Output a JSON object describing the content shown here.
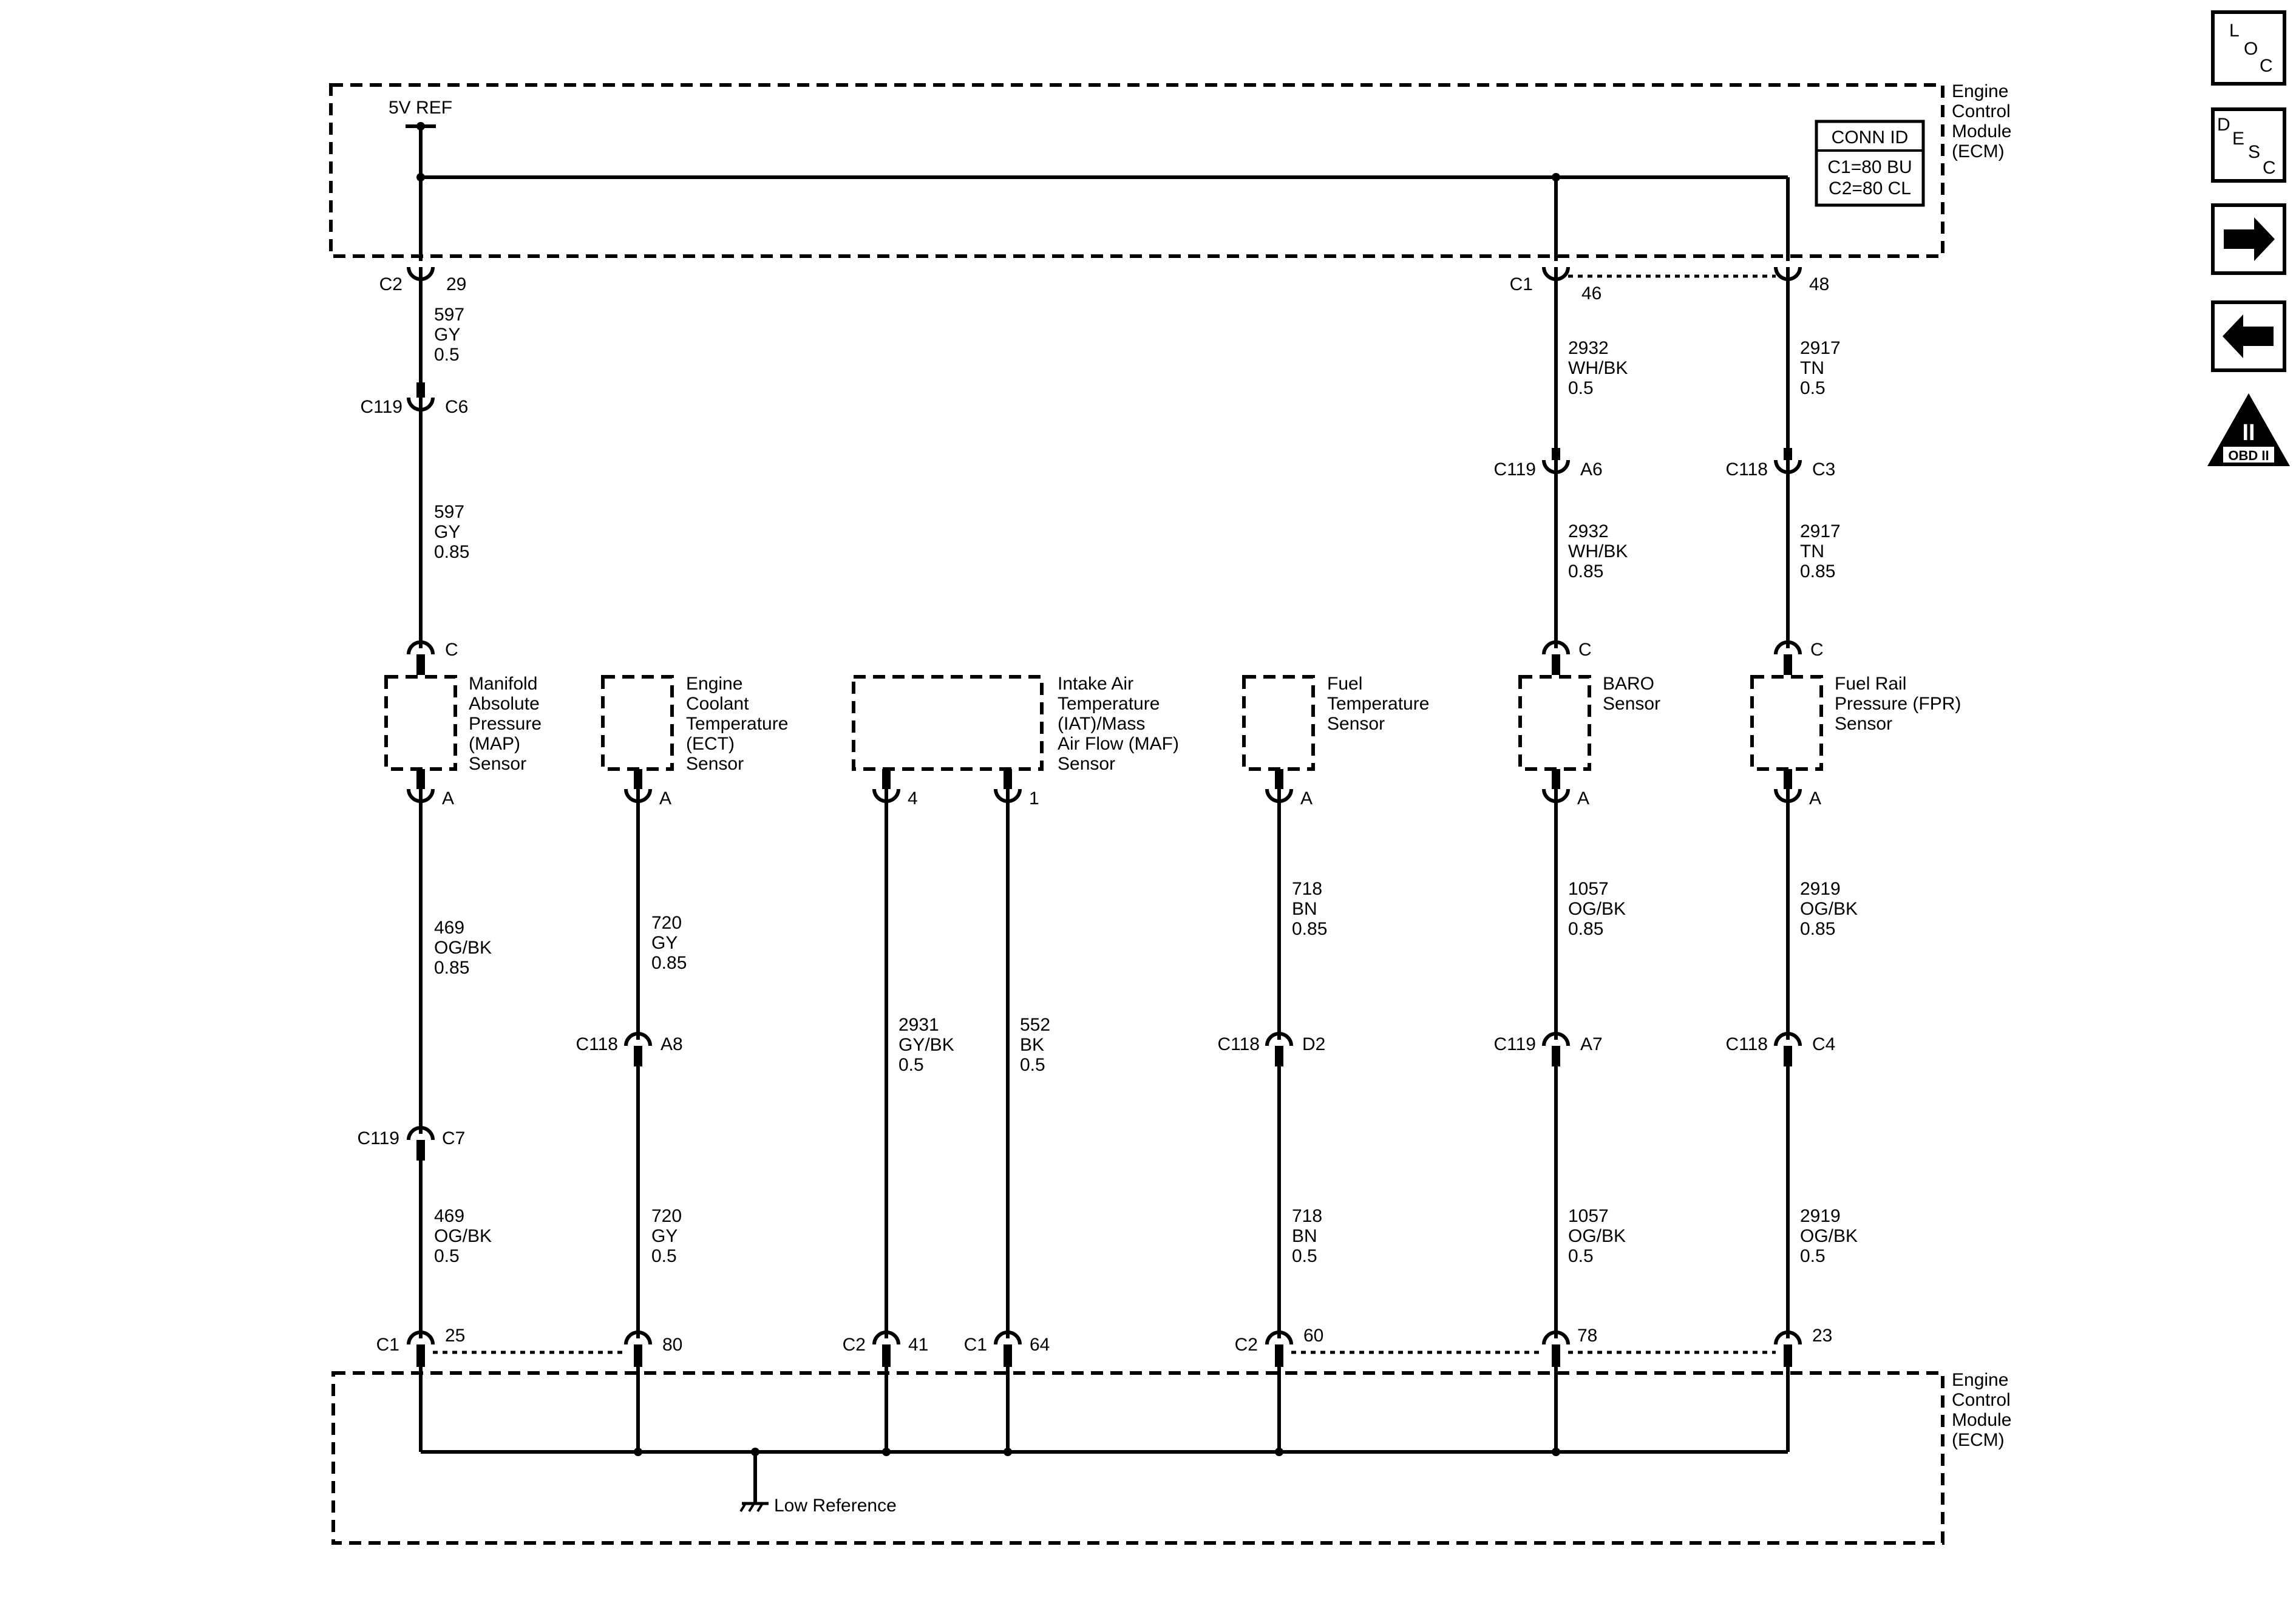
{
  "ecm_top": {
    "name_lines": [
      "Engine",
      "Control",
      "Module",
      "(ECM)"
    ],
    "ref_label": "5V REF"
  },
  "ecm_bottom": {
    "name_lines": [
      "Engine",
      "Control",
      "Module",
      "(ECM)"
    ],
    "ground_label": "Low Reference"
  },
  "conn_id": {
    "title": "CONN ID",
    "c1": "C1=80 BU",
    "c2": "C2=80 CL"
  },
  "nav": {
    "loc": [
      "L",
      "O",
      "C"
    ],
    "desc": [
      "D",
      "E",
      "S",
      "C"
    ],
    "forward_icon": "arrow-right-icon",
    "back_icon": "arrow-left-icon",
    "obd_mark": "II",
    "obd_label": "OBD II"
  },
  "sensors": {
    "map": {
      "name_lines": [
        "Manifold",
        "Absolute",
        "Pressure",
        "(MAP)",
        "Sensor"
      ],
      "top_pin": "C",
      "bottom_pin": "A"
    },
    "ect": {
      "name_lines": [
        "Engine",
        "Coolant",
        "Temperature",
        "(ECT)",
        "Sensor"
      ],
      "bottom_pin": "A"
    },
    "iat": {
      "name_lines": [
        "Intake Air",
        "Temperature",
        "(IAT)/Mass",
        "Air Flow (MAF)",
        "Sensor"
      ],
      "pin_left": "4",
      "pin_right": "1"
    },
    "fuel_temp": {
      "name_lines": [
        "Fuel",
        "Temperature",
        "Sensor"
      ],
      "bottom_pin": "A"
    },
    "baro": {
      "name_lines": [
        "BARO",
        "Sensor"
      ],
      "top_pin": "C",
      "bottom_pin": "A"
    },
    "fpr": {
      "name_lines": [
        "Fuel Rail",
        "Pressure (FPR)",
        "Sensor"
      ],
      "top_pin": "C",
      "bottom_pin": "A"
    }
  },
  "connectors": {
    "map_ecm_top": {
      "conn": "C2",
      "pin": "29"
    },
    "map_inline": {
      "conn": "C119",
      "pin": "C6"
    },
    "baro_ecm_top": {
      "conn": "C1",
      "pin": "46"
    },
    "fpr_ecm_top": {
      "pin": "48"
    },
    "baro_inline": {
      "conn": "C119",
      "pin": "A6"
    },
    "fpr_inline": {
      "conn": "C118",
      "pin": "C3"
    },
    "ect_inline": {
      "conn": "C118",
      "pin": "A8"
    },
    "fuel_inline": {
      "conn": "C118",
      "pin": "D2"
    },
    "baro_low_inline": {
      "conn": "C119",
      "pin": "A7"
    },
    "fpr_low_inline": {
      "conn": "C118",
      "pin": "C4"
    },
    "map_low_inline": {
      "conn": "C119",
      "pin": "C7"
    },
    "map_ecm_bot": {
      "conn": "C1",
      "pin": "25"
    },
    "ect_ecm_bot": {
      "pin": "80"
    },
    "iat_ecm_bot": {
      "conn": "C2",
      "pin": "41"
    },
    "maf_ecm_bot": {
      "conn": "C1",
      "pin": "64"
    },
    "fuel_ecm_bot": {
      "conn": "C2",
      "pin": "60"
    },
    "baro_ecm_bot": {
      "pin": "78"
    },
    "fpr_ecm_bot": {
      "pin": "23"
    }
  },
  "wires": {
    "map_ref_a": [
      "597",
      "GY",
      "0.5"
    ],
    "map_ref_b": [
      "597",
      "GY",
      "0.85"
    ],
    "baro_ref_a": [
      "2932",
      "WH/BK",
      "0.5"
    ],
    "baro_ref_b": [
      "2932",
      "WH/BK",
      "0.85"
    ],
    "fpr_ref_a": [
      "2917",
      "TN",
      "0.5"
    ],
    "fpr_ref_b": [
      "2917",
      "TN",
      "0.85"
    ],
    "map_low_a": [
      "469",
      "OG/BK",
      "0.85"
    ],
    "map_low_b": [
      "469",
      "OG/BK",
      "0.5"
    ],
    "ect_low_a": [
      "720",
      "GY",
      "0.85"
    ],
    "ect_low_b": [
      "720",
      "GY",
      "0.5"
    ],
    "iat_low": [
      "2931",
      "GY/BK",
      "0.5"
    ],
    "maf_low": [
      "552",
      "BK",
      "0.5"
    ],
    "fuel_low_a": [
      "718",
      "BN",
      "0.85"
    ],
    "fuel_low_b": [
      "718",
      "BN",
      "0.5"
    ],
    "baro_low_a": [
      "1057",
      "OG/BK",
      "0.85"
    ],
    "baro_low_b": [
      "1057",
      "OG/BK",
      "0.5"
    ],
    "fpr_low_a": [
      "2919",
      "OG/BK",
      "0.85"
    ],
    "fpr_low_b": [
      "2919",
      "OG/BK",
      "0.5"
    ]
  }
}
